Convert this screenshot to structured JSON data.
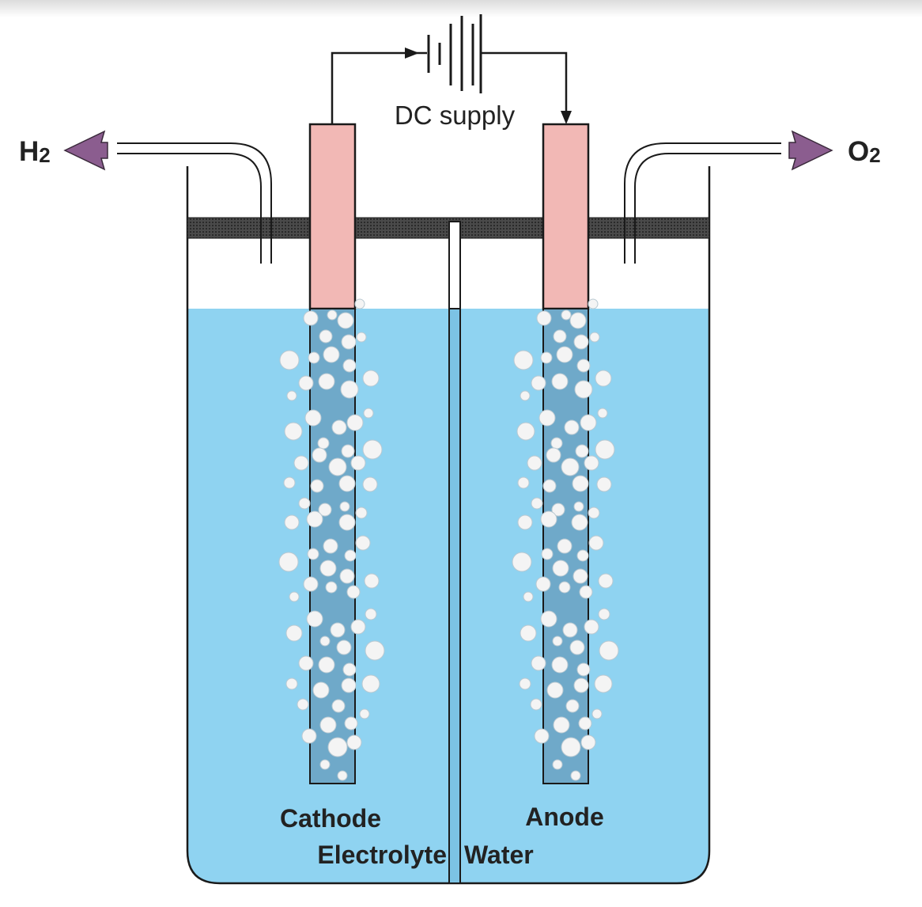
{
  "labels": {
    "dc_supply": "DC supply",
    "h2_main": "H",
    "h2_sub": "2",
    "o2_main": "O",
    "o2_sub": "2",
    "cathode": "Cathode",
    "anode": "Anode",
    "electrolyte": "Electrolyte",
    "water": "Water"
  },
  "colors": {
    "water": "#8fd3f1",
    "electrode": "#f2b8b5",
    "electrode_submerged": "#6fa9c9",
    "gas_arrow": "#8b5d8f",
    "lid": "#3a3a3a",
    "outline": "#1a1a1a",
    "bubble": "#f4f4f4"
  },
  "icons": {
    "battery": "battery-icon",
    "h2_arrow": "gas-outlet-arrow-left-icon",
    "o2_arrow": "gas-outlet-arrow-right-icon"
  }
}
